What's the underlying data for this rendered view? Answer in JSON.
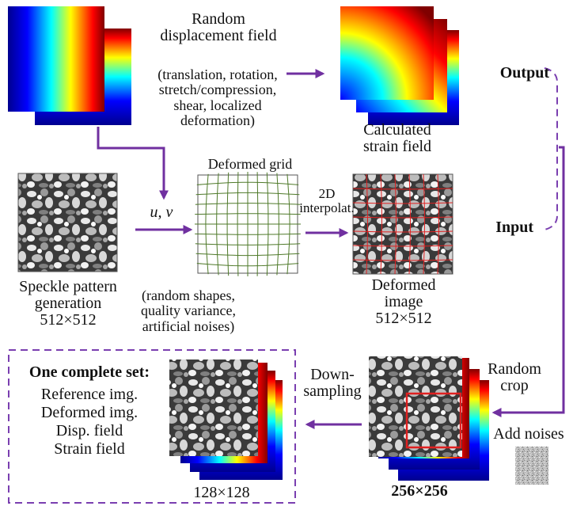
{
  "displacement": {
    "title": "Random\ndisplacement field",
    "desc": "(translation, rotation,\nstretch/compression,\nshear, localized\ndeformation)"
  },
  "strain_output": {
    "caption": "Calculated\nstrain field"
  },
  "side_labels": {
    "output": "Output",
    "input": "Input"
  },
  "deformed_grid": {
    "title": "Deformed grid",
    "uv_label": "u, v"
  },
  "interp_label": "2D\ninterpolat.",
  "speckle": {
    "caption": "Speckle pattern\ngeneration\n512×512",
    "desc": "(random shapes,\nquality variance,\nartificial noises)"
  },
  "deformed_image": {
    "caption": "Deformed\nimage\n512×512"
  },
  "dataset": {
    "title": "One complete set:",
    "items": [
      "Reference img.",
      "Deformed img.",
      "Disp. field",
      "Strain field"
    ]
  },
  "downsampling_label": "Down-\nsampling",
  "crop": {
    "random_crop": "Random\ncrop",
    "add_noises": "Add noises",
    "size": "256×256"
  },
  "small_size": "128×128",
  "colors": {
    "arrow": "#7030a0",
    "dashed": "#7a3fb0",
    "crop_box": "#e02020",
    "grid": "#4f7a2a",
    "jet": [
      "#00008f",
      "#0000ff",
      "#00ffff",
      "#ffff00",
      "#ff0000",
      "#800000"
    ]
  }
}
